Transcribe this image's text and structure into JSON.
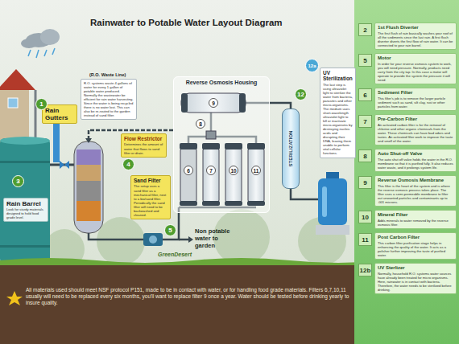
{
  "diagram": {
    "title": "Rainwater to Potable Water Layout Diagram",
    "nodes": [
      {
        "text": [
          "Rain Gutters"
        ]
      },
      {
        "text": [
          "Rain Barrel",
          "Look for sturdy materials designed to hold food grade level."
        ]
      },
      {
        "text": [
          "(R.O. Waste Line)",
          "R.O. systems waste 4 gallons of water for every 1 gallon of potable water produced. Normally the wastewater be efficient for rain water harvesting. Since the water is being recycled there is no water lost. This can also be re-routed to the garden instead of sand filter."
        ]
      },
      {
        "text": [
          "Flow Restrictor",
          "Determines the amount of water that flows to sand filter or drain."
        ]
      },
      {
        "text": [
          "Sand Filter",
          "The setup uses a sand filter as a mechanical filter, next to a bio/sand filter. Periodically the sand filter will need to be backwashed and cleaned."
        ]
      },
      {
        "text": [
          "Reverse Osmosis Housing"
        ]
      },
      {
        "text": [
          "UV Sterilization",
          "The last step is using ultraviolet light to sterilize the water from bacteria, parasites and other micro-organisms. The medium uses short-wavelength ultraviolet light to kill or inactivate micro-organisms by destroying nucleic acids and disrupting their DNA, leaving them unable to perform vital cellular functions."
        ]
      },
      {
        "text": [
          "STERILIZATION"
        ]
      },
      {
        "text": [
          "2"
        ]
      },
      {
        "text": [
          "1st Flush Diverter",
          "The first flush of rain basically washes your roof of all the sediments since the last rain. A first flush diverter diverts the first flow of rain water. It can be connected to your rain barrel."
        ]
      },
      {
        "text": [
          "5"
        ]
      },
      {
        "text": [
          "Motor",
          "In order for your reverse osmosis system to work, you will need pressure. Normally, products need carry from the city tap. In this case a motor will operate to provide the system the pressure it will need."
        ]
      },
      {
        "text": [
          "6"
        ]
      },
      {
        "text": [
          "Sediment Filter",
          "This filter's job is to remove the larger particle sediment such as sand, silt clay, rust or other particles from water."
        ]
      },
      {
        "text": [
          "7"
        ]
      },
      {
        "text": [
          "Pre-Carbon Filter",
          "An activated carbon filter is for the removal of chlorine and other organic chemicals from the water. These chemicals can have bad odors and tastes. An activated filter work to improve the taste and smell of the water."
        ]
      },
      {
        "text": [
          "8"
        ]
      },
      {
        "text": [
          "Auto Shut-off Valve",
          "The auto shut off valve holds the water in the R.O. membrane so that it is purified fully. It also reduces water waste, and it prolongs system life."
        ]
      },
      {
        "text": [
          "9"
        ]
      },
      {
        "text": [
          "Reverse Osmosis Membrane",
          "This filter is the heart of the system and is where the reverse osmosis process takes place. The filter uses a semi-permeable membrane to filter out unwanted particles and contaminants up to .001 microns."
        ]
      },
      {
        "text": [
          "10"
        ]
      },
      {
        "text": [
          "Mineral Filter",
          "Adds minerals to water removed by the reverse osmosis filter."
        ]
      },
      {
        "text": [
          "11"
        ]
      },
      {
        "text": [
          "Post Carbon Filter",
          "This carbon filter purification stage helps in enhancing the quality of the water. It acts as a polisher further improving the taste of purified water."
        ]
      },
      {
        "text": [
          "12b"
        ]
      },
      {
        "text": [
          "UV Sterlizer",
          "Normally, household R.O. systems water sources have already been treated for micro organisms. Here, rainwater is in contact with bacteria. Therefore, the water needs to be sterilized before drinking."
        ]
      }
    ],
    "labels": [
      "1",
      "3",
      "4",
      "5",
      "12",
      "12a",
      "9",
      "8",
      "6",
      "7",
      "10",
      "11",
      "Non potable water to garden",
      "GreenDesert",
      "All materials used should meet NSF protocol P151, made to be in contact with water, or for handling food grade materials. Filters 6,7,10,11 usually will need to be replaced every six months, you'll want to replace filter 9 once a year. Water should be tested before drinking yearly to insure quality."
    ]
  }
}
